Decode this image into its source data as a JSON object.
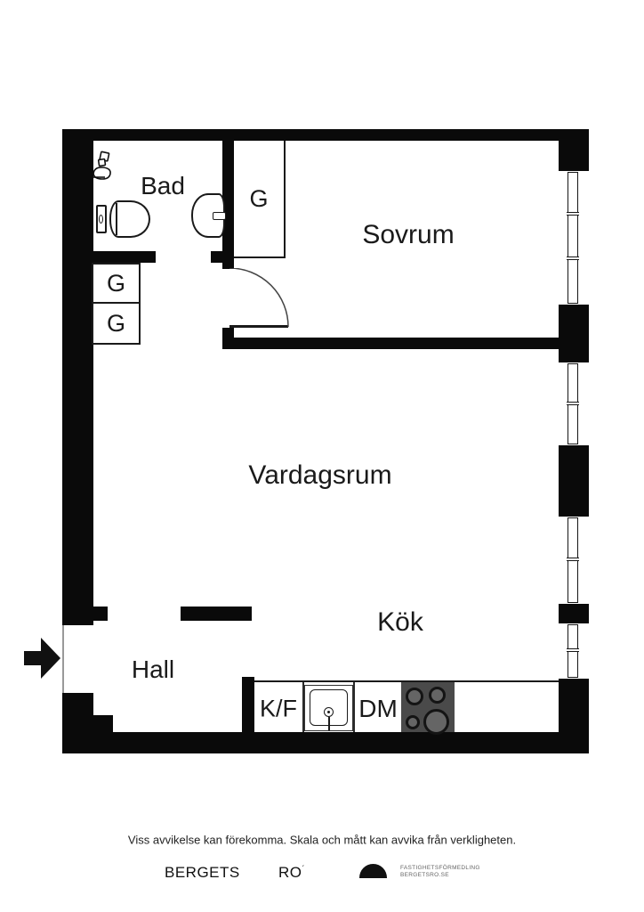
{
  "plan": {
    "rooms": {
      "bad": "Bad",
      "sovrum": "Sovrum",
      "vardagsrum": "Vardagsrum",
      "kok": "Kök",
      "hall": "Hall"
    },
    "closets": {
      "label": "G"
    },
    "kitchen": {
      "fridge_freezer_label": "K/F",
      "dishwasher_label": "DM"
    }
  },
  "footer": {
    "disclaimer": "Viss avvikelse kan förekomma. Skala och mått kan avvika från verkligheten.",
    "brand_left": "BERGETS",
    "brand_right": "RO",
    "brand_mark": "´",
    "agency_line1": "FASTIGHETSFÖRMEDLING",
    "agency_line2": "BERGETSRO.SE"
  },
  "colors": {
    "wall": "#0a0a0a",
    "stove": "#4a4a4a",
    "text": "#1a1a1a",
    "muted_text": "#666666"
  }
}
